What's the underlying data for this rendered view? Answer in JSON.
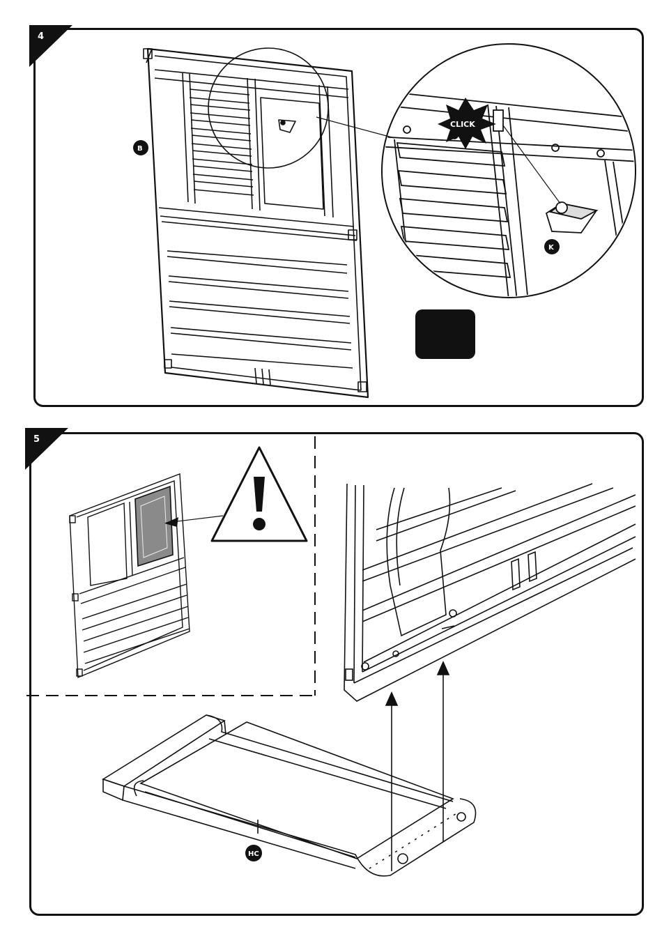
{
  "steps": [
    {
      "number": "4",
      "labels": {
        "part_b": "B",
        "part_k": "K",
        "click": "CLICK"
      }
    },
    {
      "number": "5",
      "labels": {
        "part_hc": "HC"
      }
    }
  ],
  "icons": {
    "warning": "warning-triangle-icon",
    "click_burst": "click-burst-icon"
  },
  "colors": {
    "ink": "#111111",
    "paper": "#ffffff",
    "highlight_panel": "#8a8a8a"
  }
}
